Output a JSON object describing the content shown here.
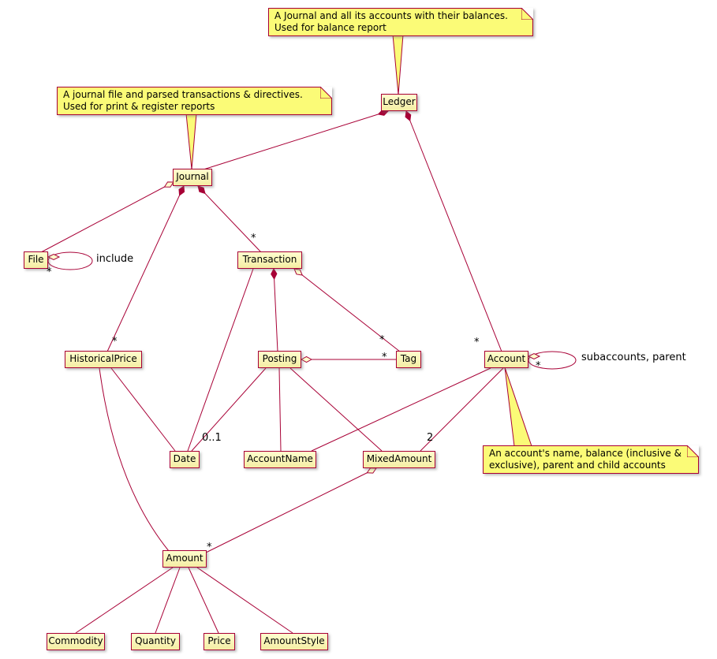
{
  "classes": {
    "ledger": "Ledger",
    "journal": "Journal",
    "file": "File",
    "transaction": "Transaction",
    "historical_price": "HistoricalPrice",
    "posting": "Posting",
    "tag": "Tag",
    "account": "Account",
    "date": "Date",
    "account_name": "AccountName",
    "mixed_amount": "MixedAmount",
    "amount": "Amount",
    "commodity": "Commodity",
    "quantity": "Quantity",
    "price": "Price",
    "amount_style": "AmountStyle"
  },
  "notes": {
    "ledger": "A Journal and all its accounts with their balances.\nUsed for balance report",
    "journal": "A journal file and parsed transactions & directives.\nUsed for print & register reports",
    "account": "An account's name, balance (inclusive &\nexclusive), parent and child accounts"
  },
  "labels": {
    "star": "*",
    "zero_or_one": "0..1",
    "two": "2",
    "include": "include",
    "subaccounts_parent": "subaccounts, parent"
  },
  "colors": {
    "class_fill": "#FEFECE",
    "note_fill": "#FBFB77",
    "border": "#A80036",
    "line": "#A80036"
  }
}
